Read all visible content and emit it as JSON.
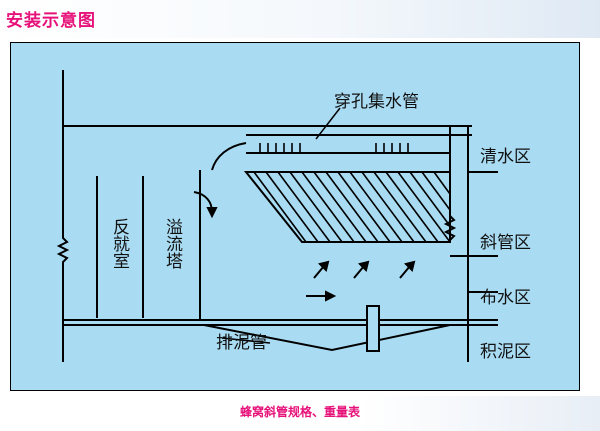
{
  "header": {
    "title": "安装示意图"
  },
  "diagram": {
    "labels": {
      "perforated_pipe": "穿孔集水管",
      "clear_water_zone": "清水区",
      "inclined_tube_zone": "斜管区",
      "water_distribution_zone": "布水区",
      "sludge_zone": "积泥区",
      "sludge_pipe": "排泥管",
      "reaction_chamber": "反就室",
      "overflow_tower": "溢流塔"
    }
  },
  "footer": {
    "caption": "蜂窝斜管规格、重量表"
  },
  "colors": {
    "accent": "#e6127a",
    "panel": "#a9dcf3",
    "line": "#000000"
  }
}
